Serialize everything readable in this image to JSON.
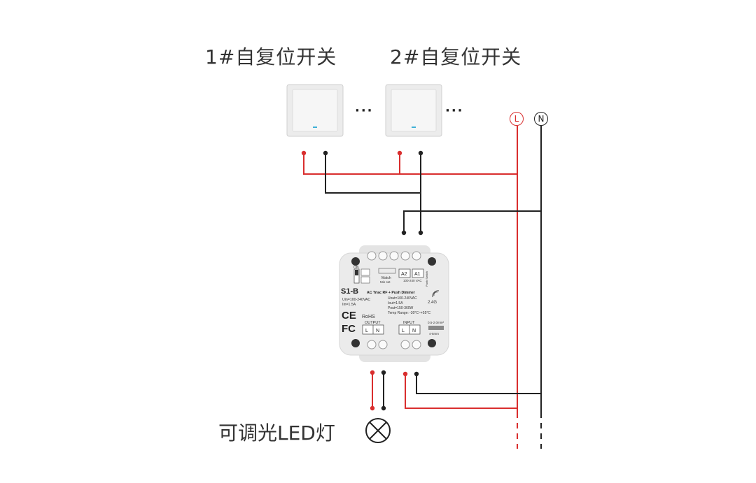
{
  "switches": [
    {
      "title": "1#自复位开关",
      "more": "···"
    },
    {
      "title": "2#自复位开关",
      "more": "···"
    }
  ],
  "bus": {
    "live": "L",
    "neutral": "N"
  },
  "colors": {
    "live_wire": "#d92e2e",
    "neutral_wire": "#222222",
    "device_body": "#e9e9e9"
  },
  "device": {
    "model": "S1-B",
    "subtitle": "AC Triac RF + Push Dimmer",
    "in_spec": [
      "Uin=100-240VAC",
      "Iin=1.5A"
    ],
    "out_spec": [
      "Uout=100-240VAC",
      "Iout=1.5A",
      "Pout=150-360W",
      "Temp Range: -30°C~+55°C"
    ],
    "rf": "2.4G",
    "match_label": "Match",
    "match_sub": "Min set",
    "push_label": "Push Switch",
    "a2": "A2",
    "a1": "A1",
    "ac_range": "100-240 VAC",
    "on_label": "ON",
    "ce": "CE",
    "fc": "FC",
    "rohs": "RoHS",
    "output_label": "OUTPUT",
    "input_label": "INPUT",
    "term_l": "L",
    "term_n": "N",
    "wire_spec_1": "0.5-2.0mm²",
    "wire_spec_2": "4-5mm"
  },
  "load": {
    "label": "可调光LED灯"
  }
}
